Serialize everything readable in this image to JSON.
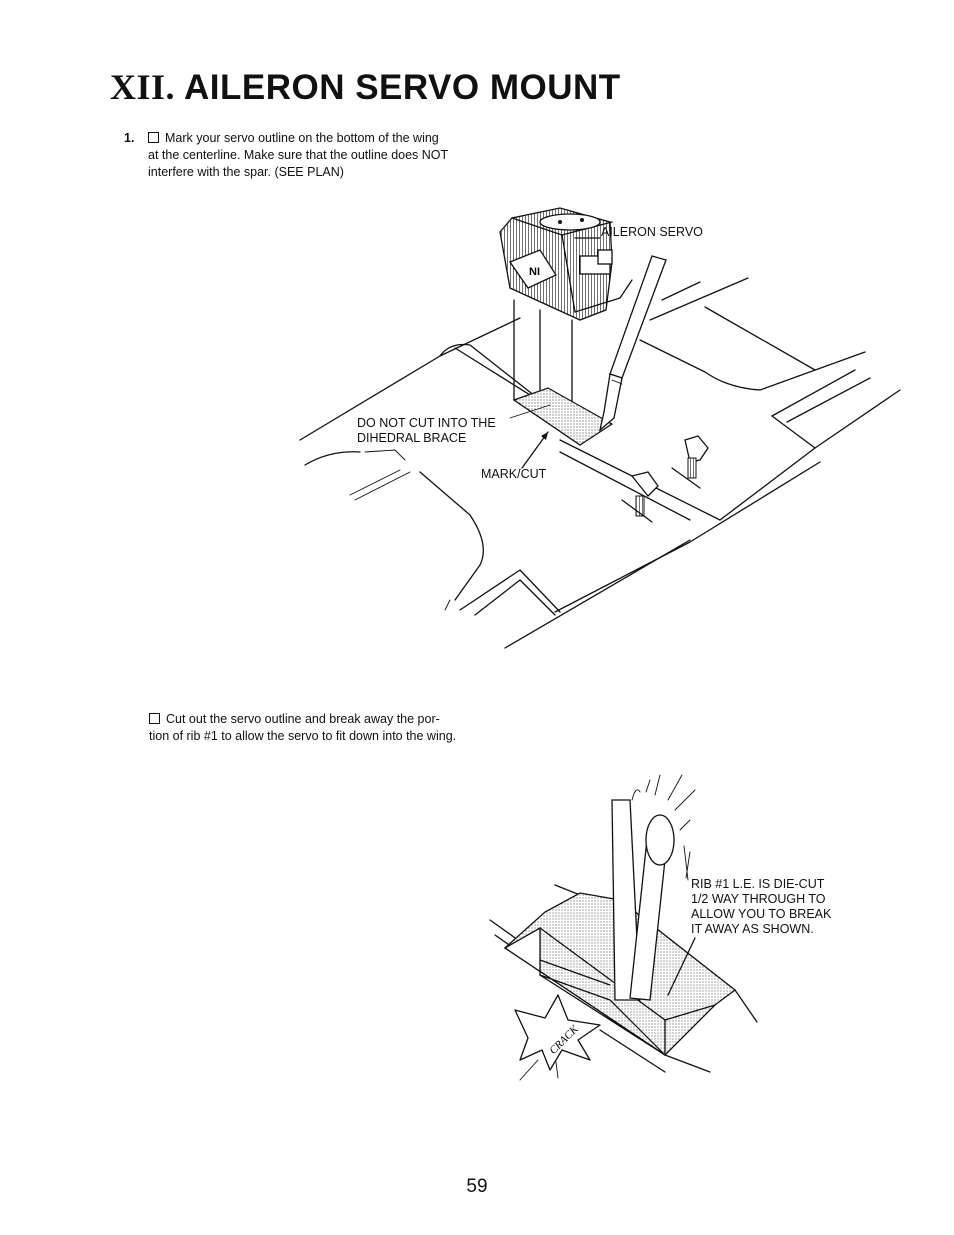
{
  "section": {
    "numeral": "XII.",
    "title": "AILERON SERVO MOUNT"
  },
  "steps": [
    {
      "number": "1.",
      "lines": [
        "Mark your servo outline on the bottom of the wing",
        "at the centerline. Make sure that the outline does NOT",
        "interfere with the spar. (SEE PLAN)"
      ]
    },
    {
      "lines": [
        "Cut out the servo outline and break away the por-",
        "tion of rib #1 to allow the servo to fit down into the wing."
      ]
    }
  ],
  "figure1": {
    "label_servo": "AILERON SERVO",
    "label_brace": [
      "DO NOT CUT INTO THE",
      "DIHEDRAL BRACE"
    ],
    "label_mark": "MARK/CUT",
    "servo_logo": "NI"
  },
  "figure2": {
    "label_rib": [
      "RIB #1 L.E. IS DIE-CUT",
      "1/2 WAY THROUGH TO",
      "ALLOW YOU TO BREAK",
      "IT AWAY AS SHOWN."
    ],
    "sound_effect": "CRACK"
  },
  "page_number": "59"
}
